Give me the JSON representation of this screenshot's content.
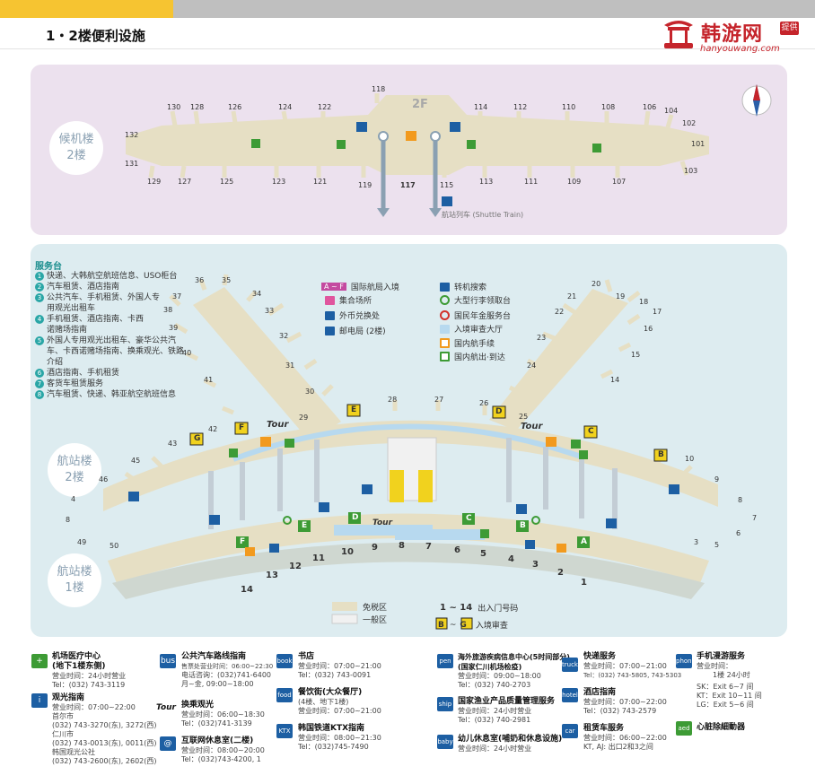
{
  "header": {
    "title": "1・2楼便利设施",
    "logo_text": "韩游网",
    "logo_badge": "提供",
    "logo_url_text": "hanyouwang.com"
  },
  "floor2": {
    "bubble": [
      "候机楼",
      "2楼"
    ],
    "floor_label": "2F",
    "shuttle_label": "航站列车 (Shuttle Train)",
    "gates_top": [
      "130",
      "128",
      "126",
      "124",
      "122",
      "118",
      "114",
      "112",
      "110",
      "108",
      "106",
      "104"
    ],
    "gates_bottom": [
      "129",
      "127",
      "125",
      "123",
      "121",
      "119",
      "117",
      "115",
      "113",
      "111",
      "109",
      "107",
      "103"
    ],
    "gates_side": [
      "132",
      "131",
      "102",
      "101"
    ]
  },
  "floor1": {
    "bubble_2f": [
      "航站楼",
      "2楼"
    ],
    "bubble_1f": [
      "航站楼",
      "1楼"
    ],
    "service_title": "服务台",
    "services": [
      {
        "n": "1",
        "text": "快递、大韩航空航班信息、USO柜台"
      },
      {
        "n": "2",
        "text": "汽车租赁、酒店指南"
      },
      {
        "n": "3",
        "text": "公共汽车、手机租赁、外国人专用观光出租车"
      },
      {
        "n": "4",
        "text": "手机租赁、酒店指南、卡西诺赌场指南"
      },
      {
        "n": "5",
        "text": "外国人专用观光出租车、豪华公共汽车、卡西诺赌场指南、换乘观光、铁路介绍"
      },
      {
        "n": "6",
        "text": "酒店指南、手机租赁"
      },
      {
        "n": "7",
        "text": "客货车租赁服务"
      },
      {
        "n": "8",
        "text": "汽车租赁、快递、韩亚航空航班信息"
      }
    ],
    "legend_left": [
      {
        "key": "A ~ F",
        "text": "国际航局入境"
      },
      {
        "key": "meet",
        "text": "集合场所"
      },
      {
        "key": "exchange",
        "text": "外币兑换处"
      },
      {
        "key": "post",
        "text": "邮电局 (2楼)"
      }
    ],
    "legend_right": [
      {
        "key": "transfer",
        "text": "转机搜索"
      },
      {
        "key": "baggage",
        "text": "大型行李领取台"
      },
      {
        "key": "pension",
        "text": "国民年金服务台"
      },
      {
        "key": "immigration",
        "text": "入境审查大厅"
      },
      {
        "key": "dom_transfer",
        "text": "国内航手续"
      },
      {
        "key": "dom_arrive",
        "text": "国内航出·到达"
      }
    ],
    "zone_legend": [
      {
        "text": "免税区"
      },
      {
        "text": "一般区"
      }
    ],
    "exit_legend": {
      "range": "1 ~ 14",
      "text": "出入门号码"
    },
    "check_legend": {
      "from": "B",
      "to": "G",
      "text": "入境审查"
    },
    "tour_label": "Tour",
    "exit_letters": [
      "G",
      "F",
      "E",
      "D",
      "C",
      "B"
    ],
    "counter_letters": [
      "F",
      "E",
      "D",
      "C",
      "B",
      "A"
    ],
    "gates_left": [
      "36",
      "35",
      "34",
      "33",
      "32",
      "31",
      "30",
      "29",
      "37",
      "38",
      "39",
      "40",
      "41",
      "42",
      "43",
      "45",
      "46",
      "4",
      "8",
      "49",
      "50"
    ],
    "gates_center": [
      "28",
      "27",
      "26",
      "25"
    ],
    "gates_right": [
      "20",
      "19",
      "18",
      "17",
      "16",
      "15",
      "14",
      "21",
      "22",
      "23",
      "24",
      "10",
      "9",
      "8",
      "7",
      "6",
      "5",
      "3"
    ],
    "exits_numbers": [
      "14",
      "13",
      "12",
      "11",
      "10",
      "9",
      "8",
      "7",
      "6",
      "5",
      "4",
      "3",
      "2",
      "1"
    ]
  },
  "footer": {
    "items": [
      {
        "icon": "+",
        "title": "机场医疗中心\n(地下1楼东侧)",
        "lines": [
          "营业时间：24小时营业",
          "Tel：(032) 743-3119"
        ]
      },
      {
        "icon": "i",
        "title": "观光指南",
        "lines": [
          "营业时间：07:00~22:00",
          "首尔市",
          "(032) 743-3270(东), 3272(西)",
          "仁川市",
          "(032) 743-0013(东), 0011(西)",
          "韩国观光公社",
          "(032) 743-2600(东), 2602(西)"
        ]
      },
      {
        "icon": "bus",
        "title": "公共汽车路线指南",
        "lines": [
          "售票处营业时间：06:00~22:30",
          "电话咨询：(032)741-6400",
          "月~金, 09:00~18:00"
        ]
      },
      {
        "icon": "Tour",
        "title": "换乘观光",
        "lines": [
          "营业时间：06:00~18:30",
          "Tel：(032)741-3139"
        ]
      },
      {
        "icon": "@",
        "title": "互联网休息室(二楼)",
        "lines": [
          "营业时间：08:00~20:00",
          "Tel：(032)743-4200, 1"
        ]
      },
      {
        "icon": "book",
        "title": "书店",
        "lines": [
          "营业时间：07:00~21:00",
          "Tel：(032) 743-0091"
        ]
      },
      {
        "icon": "food",
        "title": "餐饮街(大众餐厅)",
        "lines": [
          "(4楼、地下1楼)",
          "营业时间：07:00~21:00"
        ]
      },
      {
        "icon": "KTX",
        "title": "韩国铁道KTX指南",
        "lines": [
          "营业时间：08:00~21:30",
          "Tel：(032)745-7490"
        ]
      },
      {
        "icon": "pen",
        "title": "海外旅游疾病信息中心(5时间部分)\n(国家仁川机场检疫)",
        "lines": [
          "营业时间：09:00~18:00",
          "Tel：(032) 740-2703"
        ]
      },
      {
        "icon": "ship",
        "title": "国家渔业产品质量管理服务",
        "lines": [
          "营业时间：24小时营业",
          "Tel：(032) 740-2981"
        ]
      },
      {
        "icon": "baby",
        "title": "幼儿休息室(哺奶和休息设施)",
        "lines": [
          "营业时间：24小时营业"
        ]
      },
      {
        "icon": "truck",
        "title": "快递服务",
        "lines": [
          "营业时间：07:00~21:00",
          "Tel：(032) 743-5805, 743-5303"
        ]
      },
      {
        "icon": "hotel",
        "title": "酒店指南",
        "lines": [
          "营业时间：07:00~22:00",
          "Tel：(032) 743-2579"
        ]
      },
      {
        "icon": "car",
        "title": "租赁车服务",
        "lines": [
          "营业时间：06:00~22:00",
          "KT, AJ: 出口2和3之间"
        ]
      },
      {
        "icon": "phone",
        "title": "手机漫游服务",
        "lines": [
          "营业时间：",
          "1楼 24小时",
          "SK：Exit 6~7 间",
          "KT：Exit 10~11 间",
          "LG：Exit 5~6 间"
        ]
      },
      {
        "icon": "aed",
        "title": "心脏除細動器",
        "lines": []
      }
    ]
  },
  "colors": {
    "yellow_strip": "#f6c431",
    "panel_2f": "#ece1ee",
    "panel_1f": "#ddecf0",
    "terminal": "#e6dfc4",
    "accent_teal": "#1b8e8e",
    "icon_blue": "#1d5fa3",
    "gate_green": "#3d9b35",
    "check_yellow": "#f1d21e"
  }
}
